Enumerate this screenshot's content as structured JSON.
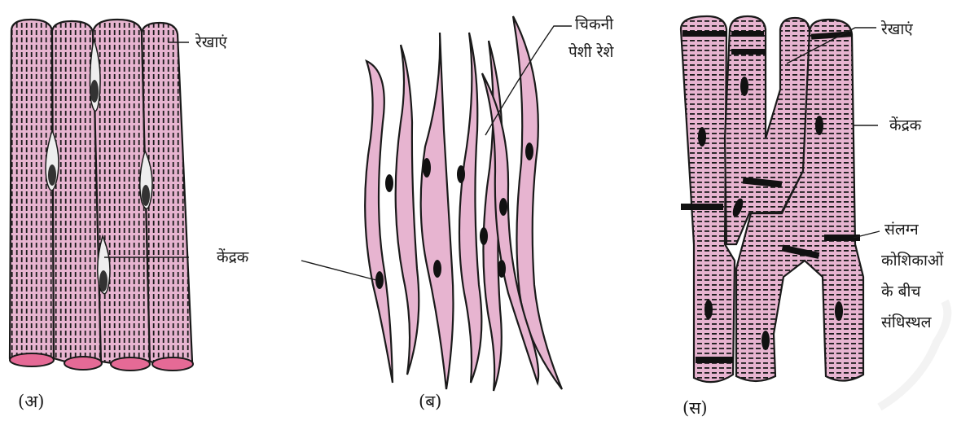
{
  "panels": {
    "a": {
      "caption": "(अ)",
      "label_striations": "रेखाएं",
      "label_nucleus": "केंद्रक"
    },
    "b": {
      "caption": "(ब)",
      "label_smooth_line1": "चिकनी",
      "label_smooth_line2": "पेशी रेशे"
    },
    "c": {
      "caption": "(स)",
      "label_striations": "रेखाएं",
      "label_nucleus": "केंद्रक",
      "label_junction_line1": "संलग्न",
      "label_junction_line2": "कोशिकाओं",
      "label_junction_line3": "के बीच",
      "label_junction_line4": "संधिस्थल"
    }
  },
  "colors": {
    "cell_fill": "#e7b4d0",
    "cell_end": "#e56a96",
    "outline": "#1a1a1a",
    "nucleus": "#111111"
  }
}
